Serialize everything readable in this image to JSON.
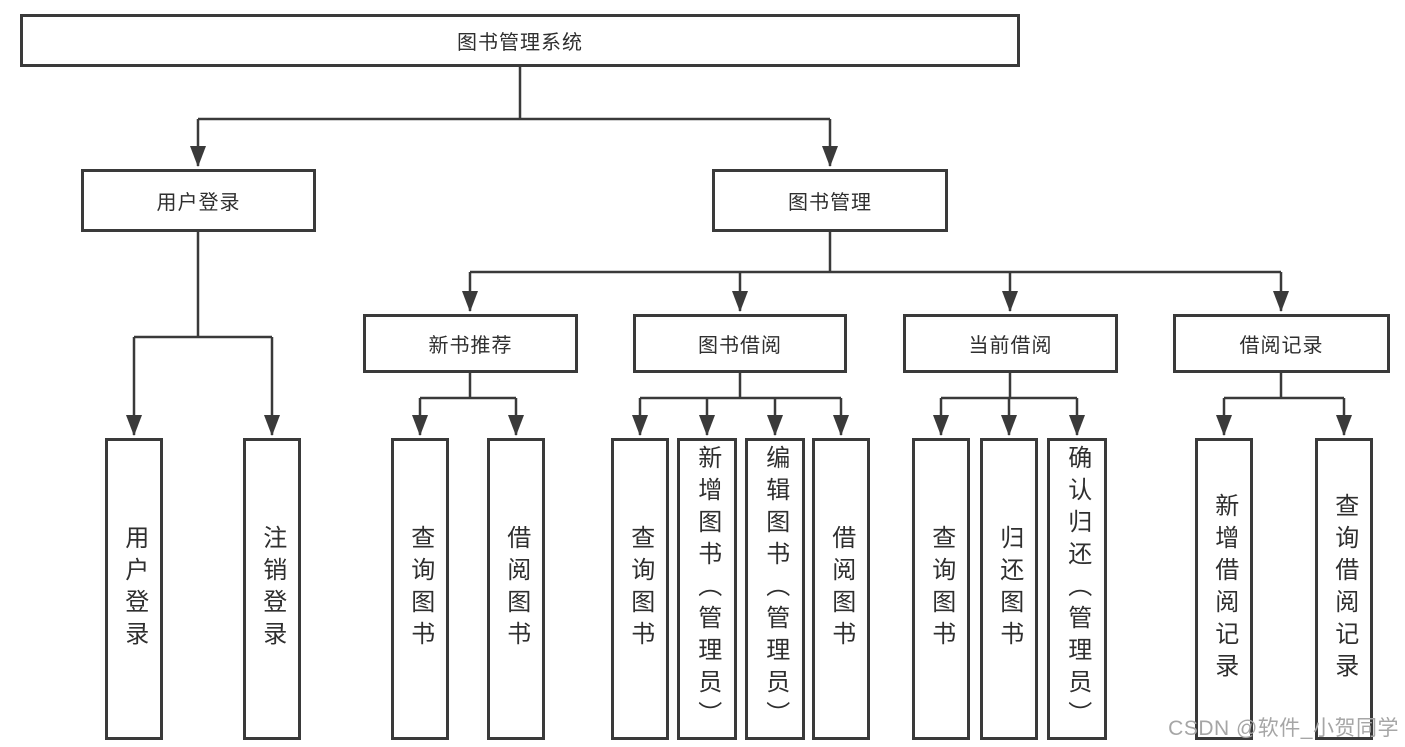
{
  "diagram": {
    "root": {
      "label": "图书管理系统"
    },
    "branches": [
      {
        "label": "用户登录",
        "children": [
          {
            "label": "用户登录"
          },
          {
            "label": "注销登录"
          }
        ]
      },
      {
        "label": "图书管理",
        "children": [
          {
            "label": "新书推荐",
            "children": [
              {
                "label": "查询图书"
              },
              {
                "label": "借阅图书"
              }
            ]
          },
          {
            "label": "图书借阅",
            "children": [
              {
                "label": "查询图书"
              },
              {
                "label": "新增图书（管理员）"
              },
              {
                "label": "编辑图书（管理员）"
              },
              {
                "label": "借阅图书"
              }
            ]
          },
          {
            "label": "当前借阅",
            "children": [
              {
                "label": "查询图书"
              },
              {
                "label": "归还图书"
              },
              {
                "label": "确认归还（管理员）"
              }
            ]
          },
          {
            "label": "借阅记录",
            "children": [
              {
                "label": "新增借阅记录"
              },
              {
                "label": "查询借阅记录"
              }
            ]
          }
        ]
      }
    ]
  },
  "watermark": {
    "text": "CSDN @软件_小贺同学"
  },
  "colors": {
    "line": "#3a3a3a",
    "text": "#2f2f2f",
    "background": "#ffffff",
    "watermark": "#a6a6a6"
  }
}
